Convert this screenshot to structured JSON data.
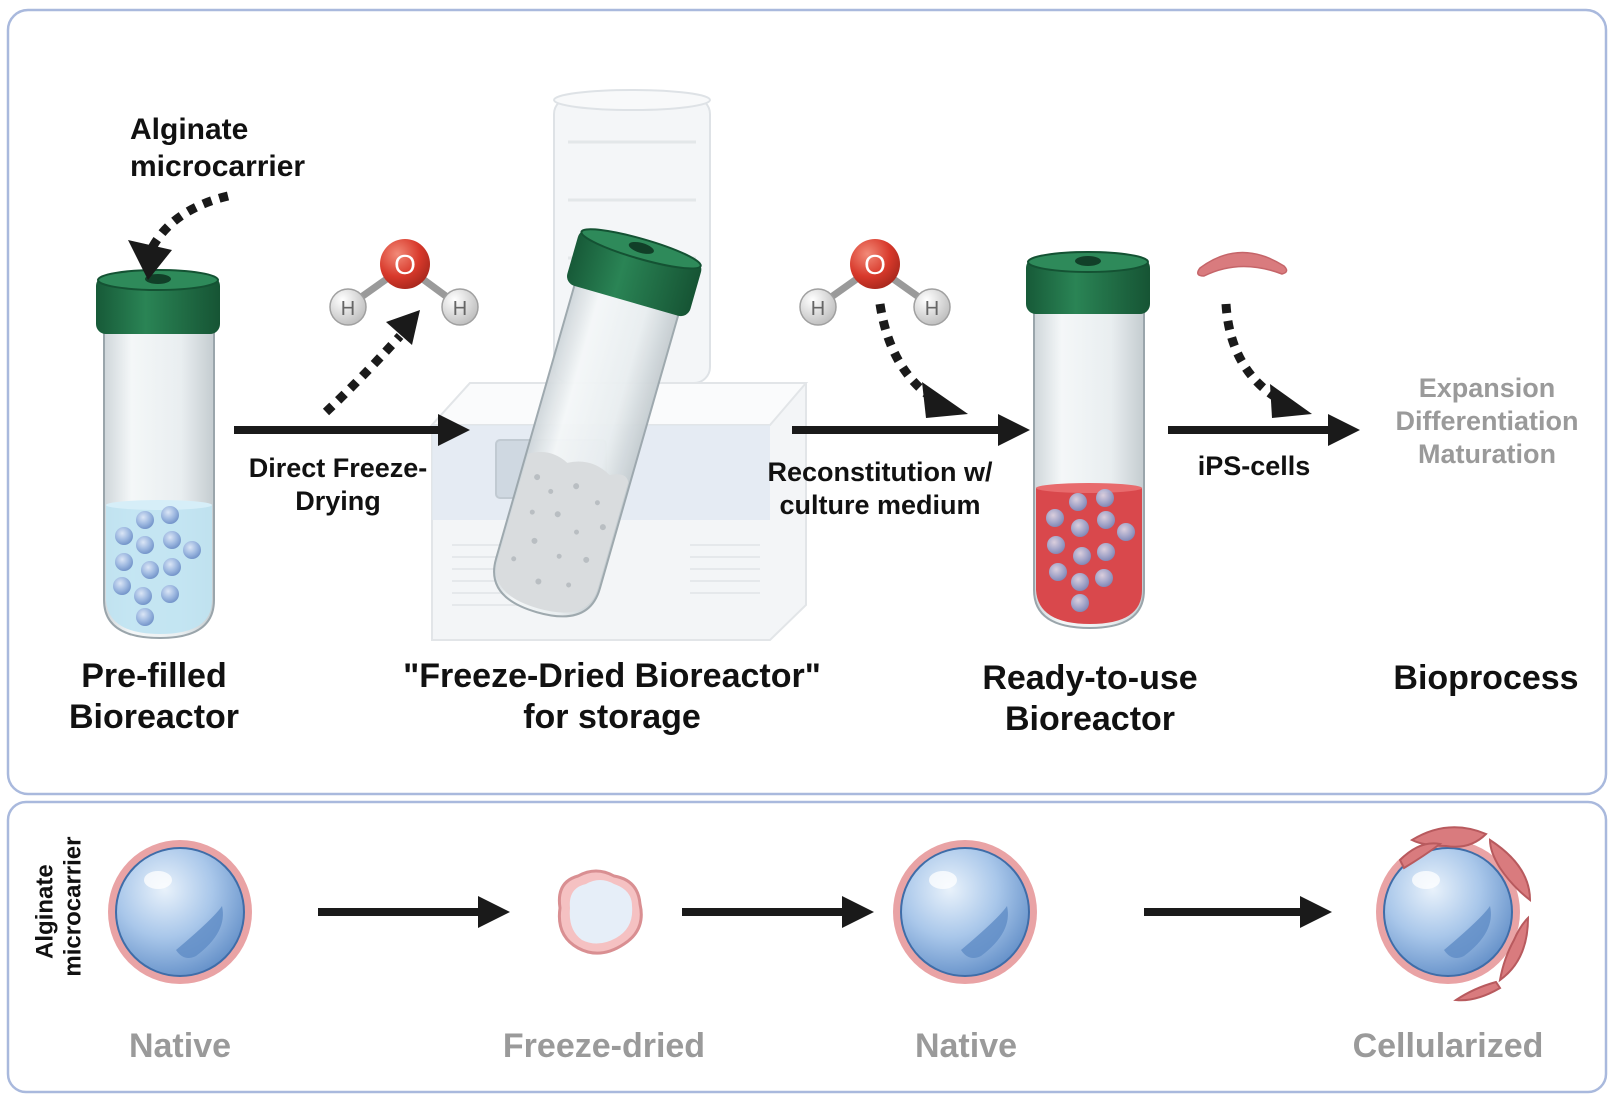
{
  "labels": {
    "alginate_microcarrier": [
      "Alginate",
      "microcarrier"
    ],
    "direct_freeze_drying": [
      "Direct Freeze-",
      "Drying"
    ],
    "reconstitution": [
      "Reconstitution w/",
      "culture medium"
    ],
    "ips_cells": "iPS-cells",
    "bioprocess_steps": [
      "Expansion",
      "Differentiation",
      "Maturation"
    ],
    "prefilled_bioreactor": [
      "Pre-filled",
      "Bioreactor"
    ],
    "freeze_dried_bioreactor": [
      "\"Freeze-Dried Bioreactor\"",
      "for storage"
    ],
    "ready_to_use_bioreactor": [
      "Ready-to-use",
      "Bioreactor"
    ],
    "bioprocess": "Bioprocess",
    "water_atoms": {
      "oxygen": "O",
      "hydrogen": "H"
    }
  },
  "bottom_panel": {
    "side_label": [
      "Alginate",
      "microcarrier"
    ],
    "states": [
      "Native",
      "Freeze-dried",
      "Native",
      "Cellularized"
    ]
  },
  "colors": {
    "panel_border": "#a9b9dd",
    "cap_green": "#1f6e46",
    "arrow": "#1a1a1a",
    "grey_text": "#9a9a9a",
    "medium_red": "#d9484c",
    "water_blue": "#bfe3f2",
    "oxygen_red": "#d8392b",
    "cell_pink": "#d97b7e"
  }
}
